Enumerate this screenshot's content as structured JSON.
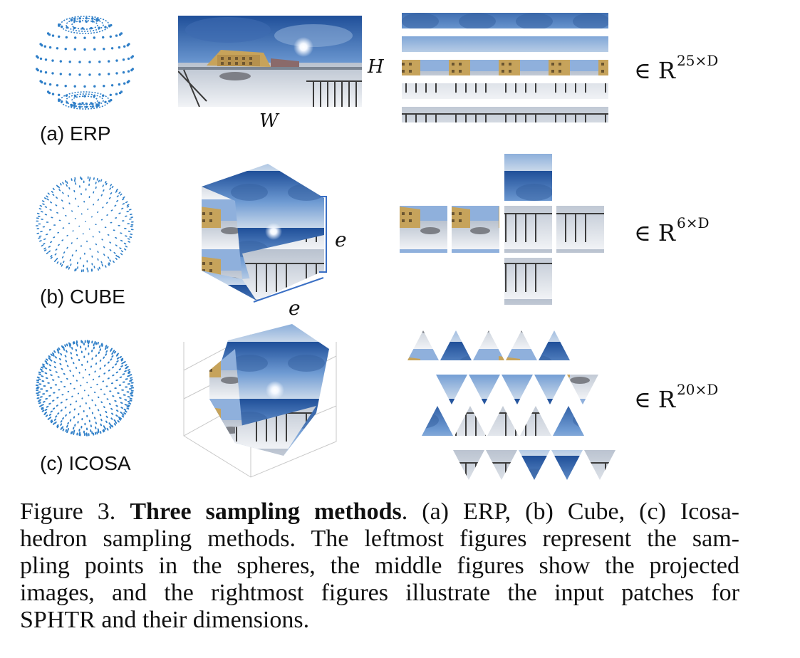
{
  "figure": {
    "rows": [
      {
        "id": "erp",
        "label": "(a) ERP",
        "width_symbol": "W",
        "height_symbol": "H",
        "set_symbol": "∈ R",
        "exponent": "25×D",
        "patch_grid": {
          "rows": 5,
          "cols": 5
        }
      },
      {
        "id": "cube",
        "label": "(b) CUBE",
        "edge_symbol": "e",
        "set_symbol": "∈ R",
        "exponent": "6×D",
        "faces": 6
      },
      {
        "id": "icosa",
        "label": "(c) ICOSA",
        "set_symbol": "∈ R",
        "exponent": "20×D",
        "faces": 20
      }
    ],
    "colors": {
      "points": "#2f7fc8",
      "sky_top": "#2b5fa8",
      "sky_mid": "#7aa3d6",
      "snow": "#e6e9ee",
      "building": "#c8a45a",
      "ground_dark": "#4a4a4a",
      "axis_line": "#3a6fc4"
    }
  },
  "caption": {
    "prefix": "Figure 3.",
    "title": "Three sampling methods",
    "lines": [
      ". (a) ERP, (b) Cube, (c) Icosa-",
      "hedron sampling methods. The leftmost figures represent the sam-",
      "pling points in the spheres, the middle figures show the projected",
      "images, and the rightmost figures illustrate the input patches for",
      "SPHTR and their dimensions."
    ]
  }
}
